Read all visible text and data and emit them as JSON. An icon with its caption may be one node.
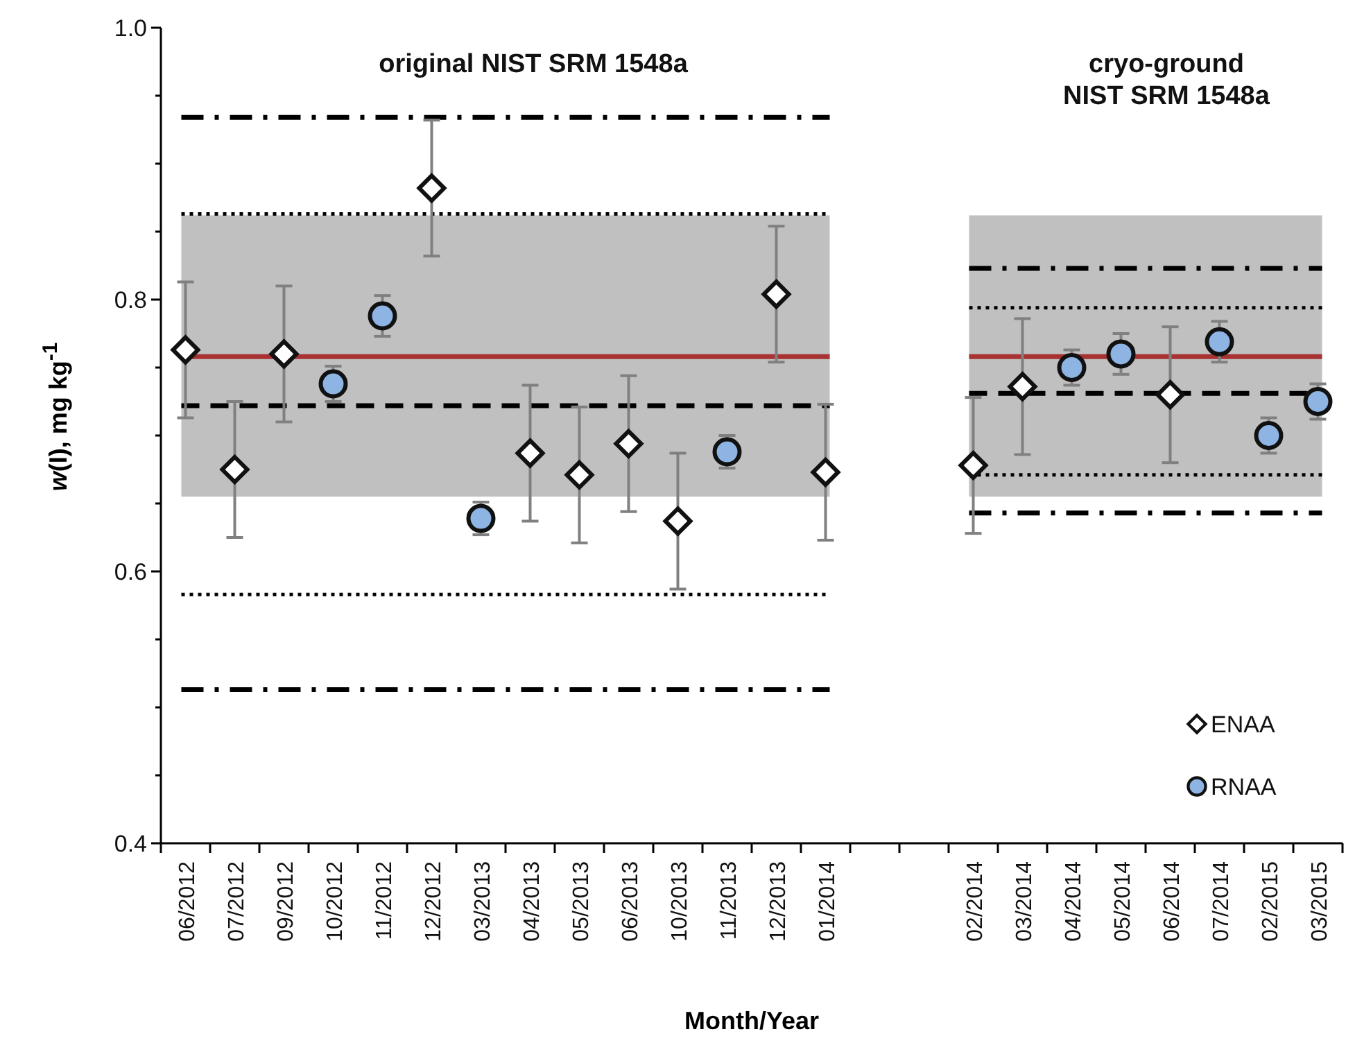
{
  "diagram": {
    "labels": [
      "original NIST SRM 1548a",
      "cryo-ground NIST SRM 1548a"
    ],
    "chart_data": {
      "type": "scatter",
      "xlabel": "Month/Year",
      "ylabel": "*w*(I), mg kg$^{-1}$",
      "categories": [
        "06/2012",
        "07/2012",
        "09/2012",
        "10/2012",
        "11/2012",
        "12/2012",
        "03/2013",
        "04/2013",
        "05/2013",
        "06/2013",
        "10/2013",
        "11/2013",
        "12/2013",
        "01/2014",
        null,
        null,
        "02/2014",
        "03/2014",
        "04/2014",
        "05/2014",
        "06/2014",
        "07/2014",
        "02/2015",
        "03/2015"
      ],
      "ylim": [
        0.4,
        1.0
      ],
      "yticks": [
        0.4,
        0.6,
        0.8,
        {
          "value": 1.0,
          "label": "1.0"
        }
      ],
      "series": [
        {
          "name": "ENAA",
          "color": "#ffffff",
          "values": [
            0.763,
            0.675,
            0.76,
            null,
            null,
            0.882,
            null,
            0.687,
            0.671,
            0.694,
            0.637,
            null,
            0.804,
            0.673,
            null,
            null,
            0.678,
            0.736,
            null,
            null,
            0.73,
            null,
            null,
            null
          ],
          "errors": [
            0.05,
            0.05,
            0.05,
            null,
            null,
            0.05,
            null,
            0.05,
            0.05,
            0.05,
            0.05,
            null,
            0.05,
            0.05,
            null,
            null,
            0.05,
            0.05,
            null,
            null,
            0.05,
            null,
            null,
            null
          ]
        },
        {
          "name": "RNAA",
          "color": "#8db4e2",
          "values": [
            null,
            null,
            null,
            0.738,
            0.788,
            null,
            0.639,
            null,
            null,
            null,
            null,
            0.688,
            null,
            null,
            null,
            null,
            null,
            null,
            0.75,
            0.76,
            null,
            0.769,
            0.7,
            0.725
          ],
          "errors": [
            null,
            null,
            null,
            0.013,
            0.015,
            null,
            0.012,
            null,
            null,
            null,
            null,
            0.012,
            null,
            null,
            null,
            null,
            null,
            null,
            0.013,
            0.015,
            null,
            0.015,
            0.013,
            0.013
          ]
        }
      ],
      "legend": "lower right",
      "bands": [
        {
          "axis": "y",
          "from": 0.655,
          "to": 0.862,
          "color": "#c0c0c0"
        },
        {
          "axis": "y",
          "from": 0.655,
          "to": 0.862,
          "color": "#c0c0c0"
        }
      ],
      "ref_lines": [
        {
          "axis": "y",
          "value": 0.934,
          "color": "#000000"
        },
        {
          "axis": "y",
          "value": 0.863,
          "color": "#000000"
        },
        {
          "axis": "y",
          "value": 0.758,
          "color": "#a83232"
        },
        {
          "axis": "y",
          "value": 0.722,
          "color": "#000000"
        },
        {
          "axis": "y",
          "value": 0.583,
          "color": "#000000"
        },
        {
          "axis": "y",
          "value": 0.513,
          "color": "#000000"
        },
        {
          "axis": "y",
          "value": 0.823,
          "color": "#000000"
        },
        {
          "axis": "y",
          "value": 0.794,
          "color": "#000000"
        },
        {
          "axis": "y",
          "value": 0.731,
          "color": "#000000"
        },
        {
          "axis": "y",
          "value": 0.671,
          "color": "#000000"
        },
        {
          "axis": "y",
          "value": 0.643,
          "color": "#000000"
        }
      ]
    }
  }
}
